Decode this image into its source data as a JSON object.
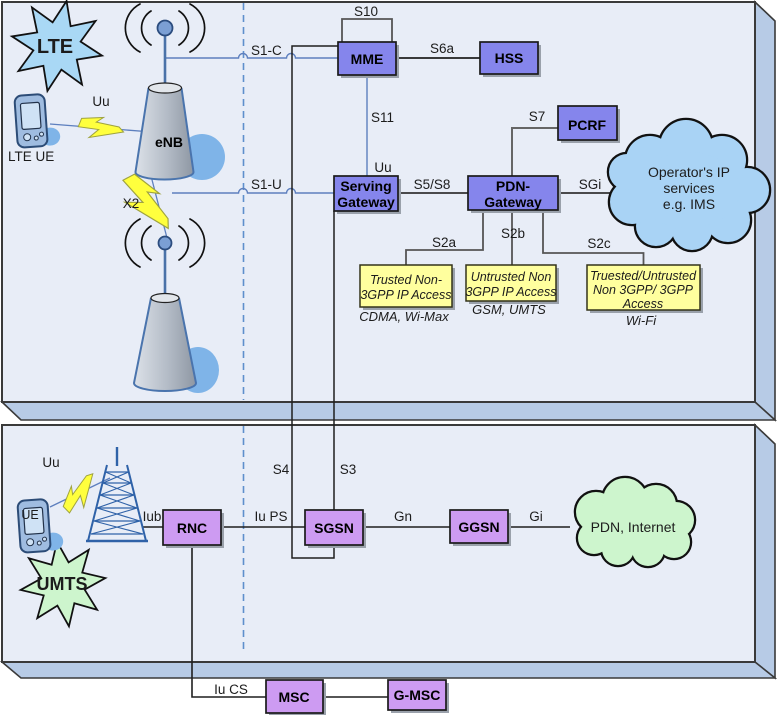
{
  "palette": {
    "panel_face": "#E8EDF7",
    "panel_side": "#B7CBE6",
    "epc_node_fill": "#8585EC",
    "umts_node_fill": "#CD9BF2",
    "access_box_fill": "#FFFF9E",
    "lte_star_fill": "#A9D8F5",
    "umts_star_fill": "#CDF5CD",
    "ims_cloud_fill": "#A9D3F5",
    "pdn_cloud_fill": "#CDF5CD",
    "lightning_fill": "#FFFF3D",
    "dashed_line": "#5E8FCC"
  },
  "lte": {
    "star": "LTE",
    "ue_caption": "LTE UE",
    "uu_air": "Uu",
    "x2": "X2",
    "enb": "eNB",
    "s1c": "S1-C",
    "s1u": "S1-U",
    "s10": "S10",
    "s6a": "S6a",
    "s11": "S11",
    "uu_s11": "Uu",
    "mme": "MME",
    "hss": "HSS",
    "pcrf": "PCRF",
    "s7": "S7",
    "sgw": [
      "Serving",
      "Gateway"
    ],
    "pgw": [
      "PDN-",
      "Gateway"
    ],
    "s5s8": "S5/S8",
    "sgi": "SGi",
    "s2a": "S2a",
    "s2b": "S2b",
    "s2c": "S2c",
    "ims_cloud": [
      "Operator's IP",
      "services",
      "e.g. IMS"
    ],
    "access1": {
      "lines": [
        "Trusted Non-",
        "3GPP IP Access"
      ],
      "caption": "CDMA, Wi-Max"
    },
    "access2": {
      "lines": [
        "Untrusted Non",
        "3GPP IP Access"
      ],
      "caption": "GSM, UMTS"
    },
    "access3": {
      "lines": [
        "Truested/Untrusted",
        "Non 3GPP/ 3GPP",
        "Access"
      ],
      "caption": "Wi-Fi"
    }
  },
  "umts": {
    "star": "UMTS",
    "ue_screen": "UE",
    "uu_air": "Uu",
    "iub": "Iub",
    "iups": "Iu PS",
    "iucs": "Iu CS",
    "rnc": "RNC",
    "sgsn": "SGSN",
    "ggsn": "GGSN",
    "s4": "S4",
    "s3": "S3",
    "gn": "Gn",
    "gi": "Gi",
    "pdn_cloud": "PDN, Internet",
    "msc": "MSC",
    "gmsc": "G-MSC"
  }
}
